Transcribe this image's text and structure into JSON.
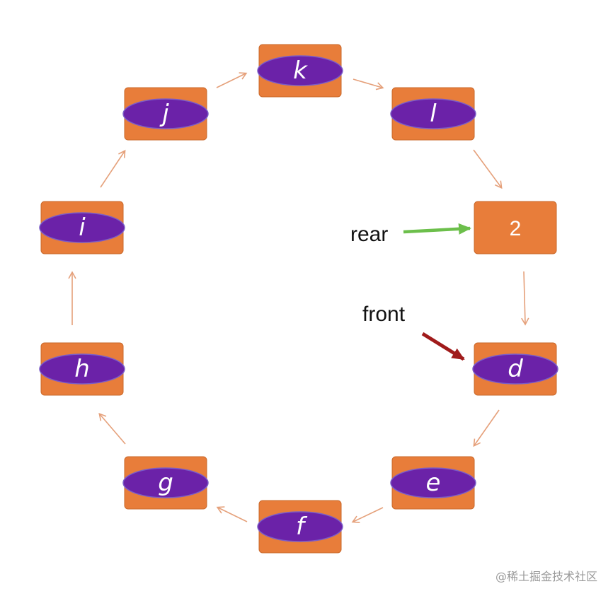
{
  "colors": {
    "box_fill": "#E87D3A",
    "box_stroke": "#C9692B",
    "ellipse_fill": "#6B22A8",
    "ellipse_stroke": "#7A5DC8",
    "ring_arrow": "#E5A07A",
    "rear_arrow": "#6CBF4B",
    "front_arrow": "#A01B1B"
  },
  "cells": [
    {
      "id": "k",
      "label": "k",
      "occupied": true
    },
    {
      "id": "l",
      "label": "l",
      "occupied": true
    },
    {
      "id": "2",
      "label": "2",
      "occupied": false
    },
    {
      "id": "d",
      "label": "d",
      "occupied": true
    },
    {
      "id": "e",
      "label": "e",
      "occupied": true
    },
    {
      "id": "f",
      "label": "f",
      "occupied": true
    },
    {
      "id": "g",
      "label": "g",
      "occupied": true
    },
    {
      "id": "h",
      "label": "h",
      "occupied": true
    },
    {
      "id": "i",
      "label": "i",
      "occupied": true
    },
    {
      "id": "j",
      "label": "j",
      "occupied": true
    }
  ],
  "pointers": {
    "rear": {
      "label": "rear",
      "target": "2"
    },
    "front": {
      "label": "front",
      "target": "d"
    }
  },
  "watermark": "@稀土掘金技术社区"
}
